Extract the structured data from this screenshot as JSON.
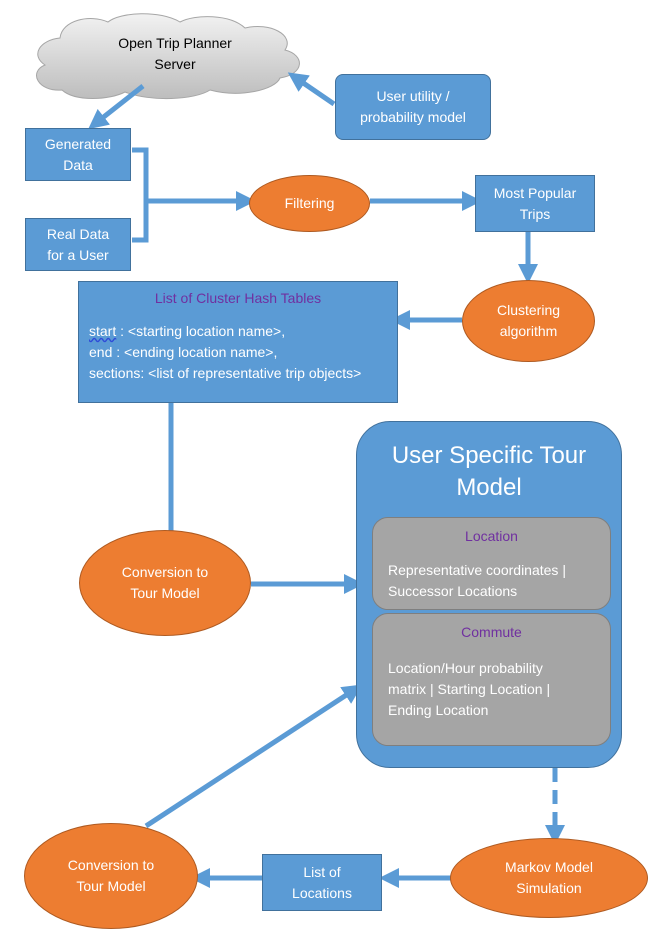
{
  "nodes": {
    "otp_server": "Open Trip Planner\nServer",
    "user_utility": "User utility /\nprobability model",
    "generated_data": "Generated\nData",
    "real_data": "Real Data\nfor a User",
    "filtering": "Filtering",
    "most_popular": "Most Popular\nTrips",
    "clustering": "Clustering\nalgorithm",
    "conversion_top": "Conversion to\nTour Model",
    "conversion_bottom": "Conversion to\nTour Model",
    "list_locations": "List of\nLocations",
    "markov": "Markov Model\nSimulation"
  },
  "cluster_table": {
    "title": "List of Cluster Hash Tables",
    "start_key": "start",
    "start_rest": " : <starting location name>,",
    "end_line": "end : <ending location name>,",
    "sections_line": "sections: <list of representative trip objects>"
  },
  "tour_model": {
    "title": "User Specific Tour\nModel",
    "location": {
      "title": "Location",
      "body": "Representative coordinates |\nSuccessor Locations"
    },
    "commute": {
      "title": "Commute",
      "body": "Location/Hour probability\nmatrix | Starting Location |\nEnding Location"
    }
  },
  "colors": {
    "box_blue": "#5b9bd5",
    "oval_orange": "#ed7d31",
    "panel_gray": "#a5a5a5",
    "title_purple": "#7030a0",
    "arrow_blue": "#5b9bd5",
    "cloud_gray": "#d0d0d0"
  }
}
